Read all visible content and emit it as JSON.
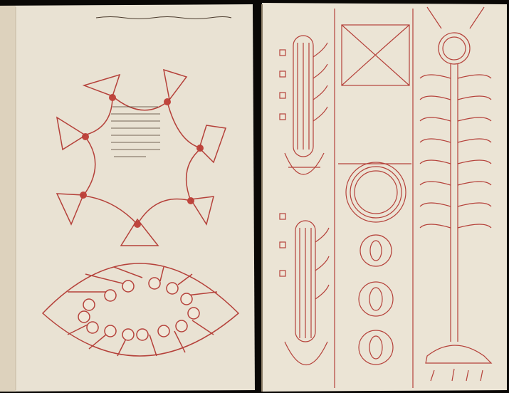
{
  "manuscript": {
    "left_folio": {
      "diagrams": [
        "six-lobed-figure",
        "almond-figure"
      ]
    },
    "right_folio": {
      "diagrams": [
        "columns-with-heads",
        "crossed-square",
        "concentric-circles",
        "circle-stack",
        "tree-with-branches"
      ]
    },
    "colors": {
      "parchment_left": "#ebe4d6",
      "parchment_right": "#ece5d6",
      "ink_red": "#b5413a",
      "ink_brown": "#4a3a2c",
      "gutter": "#0a0806"
    }
  }
}
